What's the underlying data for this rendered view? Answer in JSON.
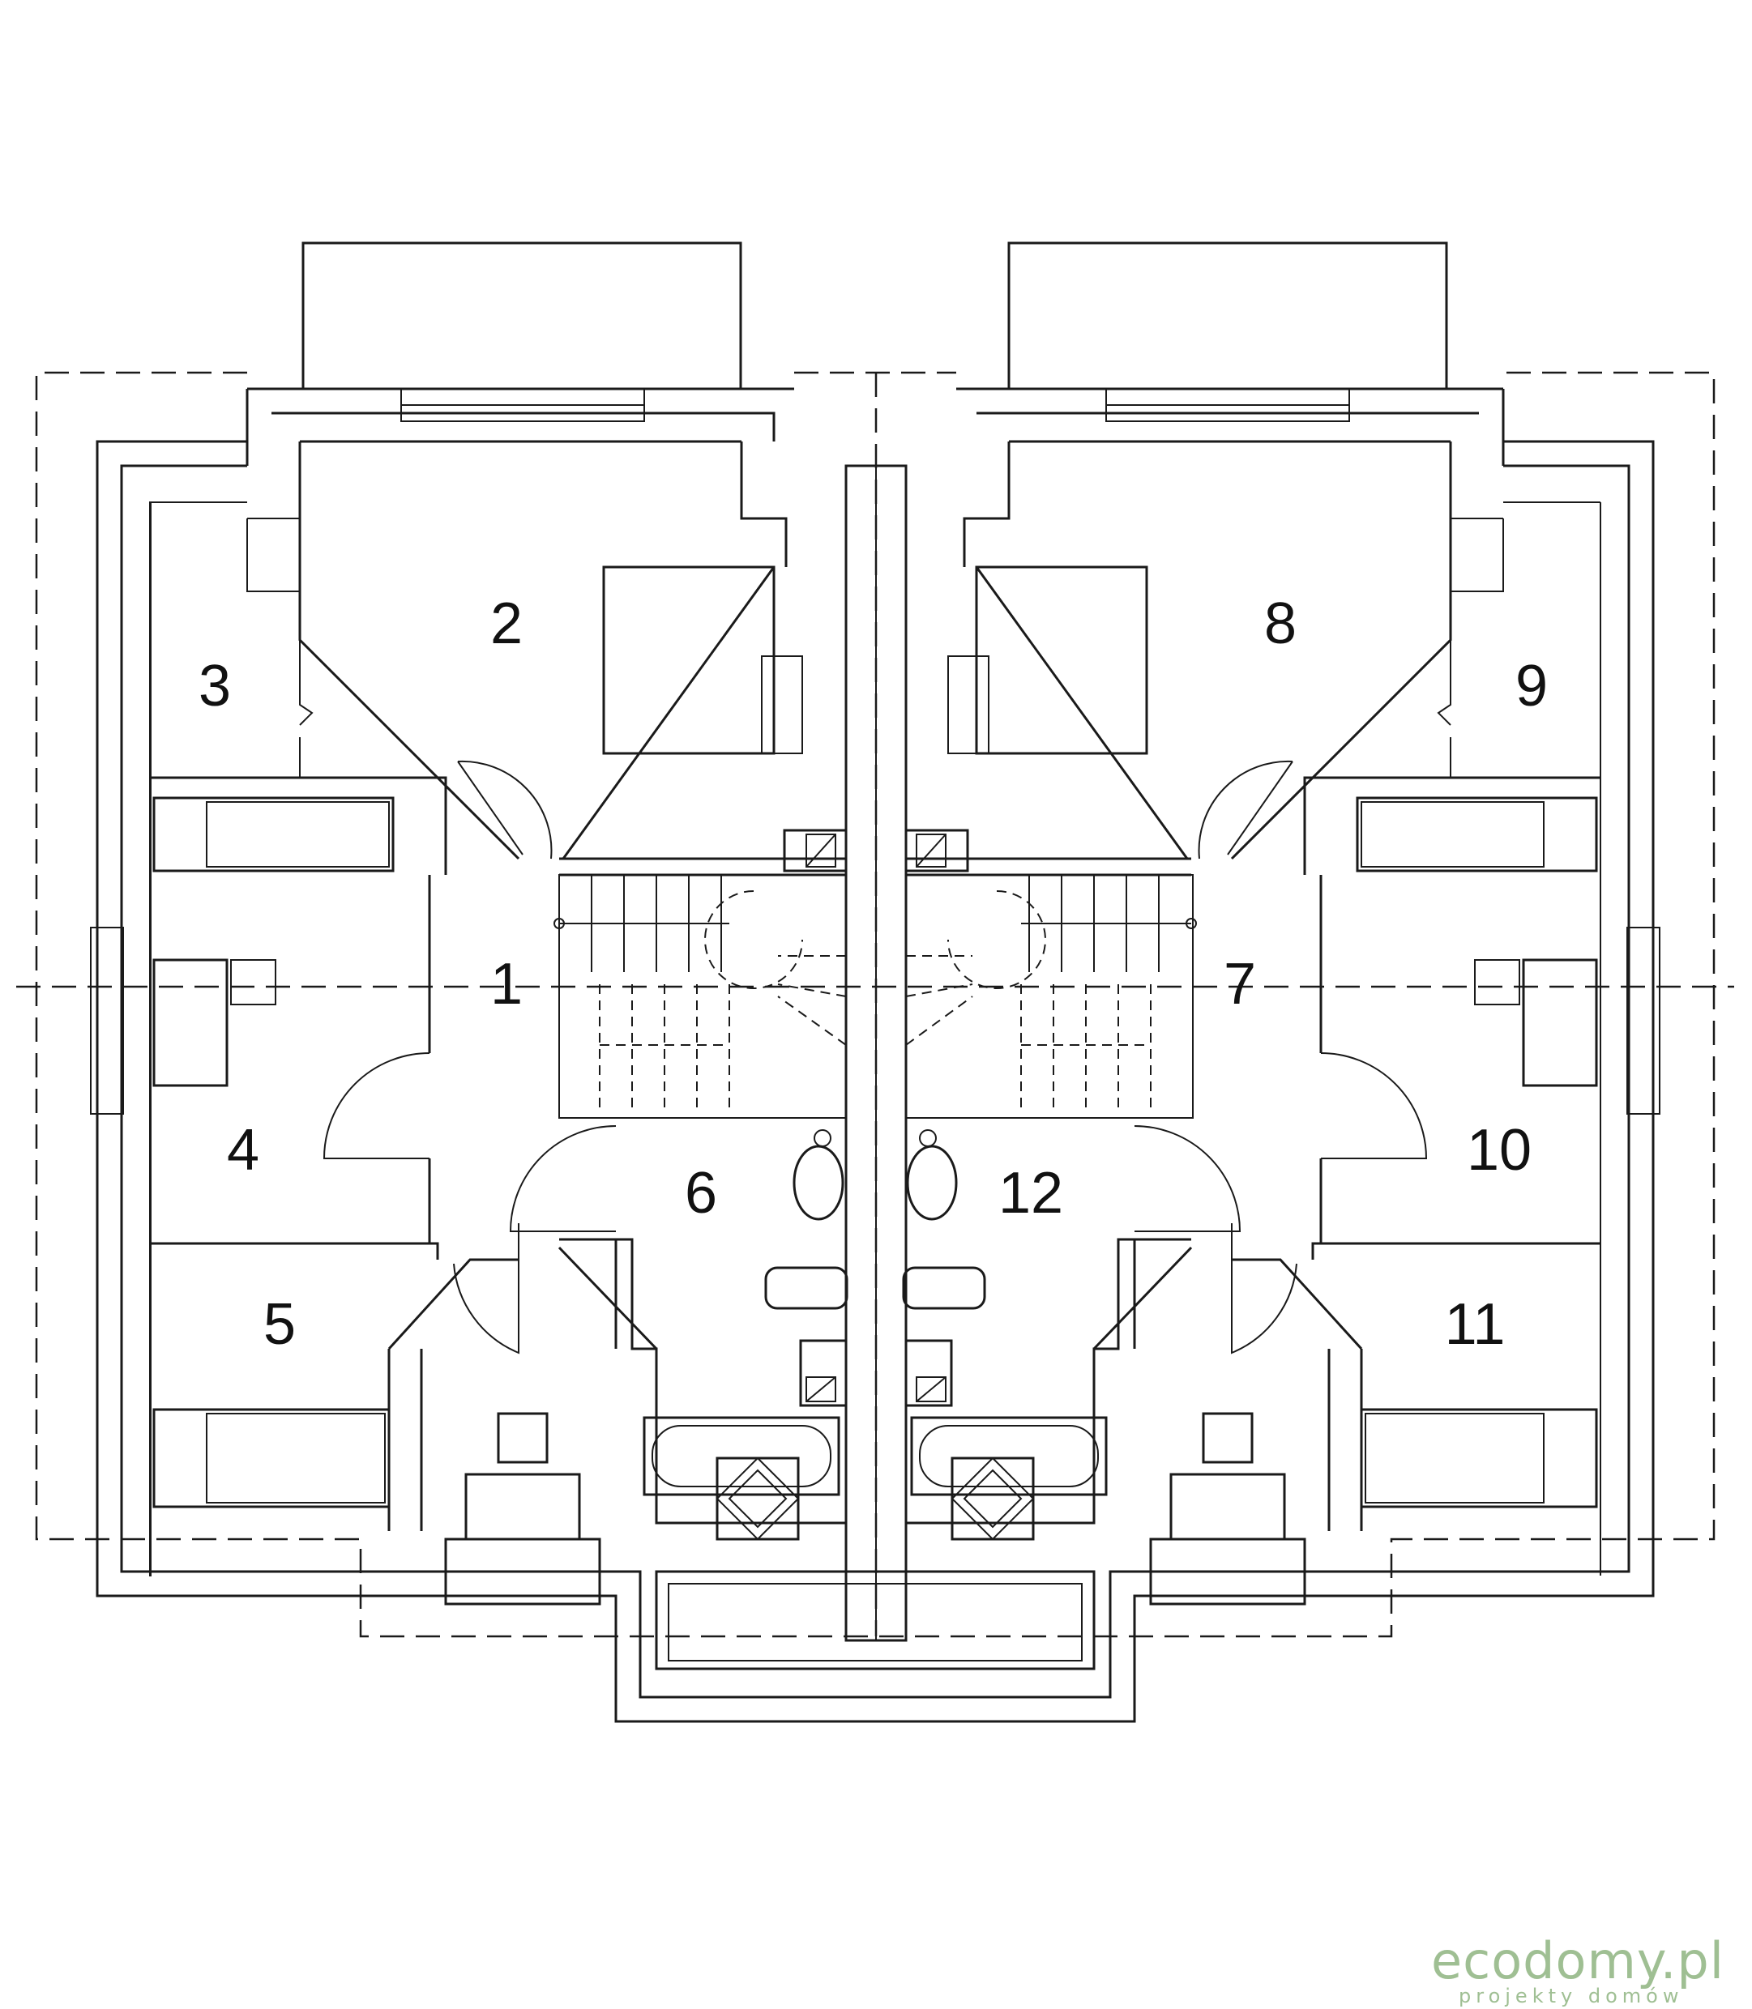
{
  "rooms": [
    {
      "id": "1",
      "label": "1"
    },
    {
      "id": "2",
      "label": "2"
    },
    {
      "id": "3",
      "label": "3"
    },
    {
      "id": "4",
      "label": "4"
    },
    {
      "id": "5",
      "label": "5"
    },
    {
      "id": "6",
      "label": "6"
    },
    {
      "id": "7",
      "label": "7"
    },
    {
      "id": "8",
      "label": "8"
    },
    {
      "id": "9",
      "label": "9"
    },
    {
      "id": "10",
      "label": "10"
    },
    {
      "id": "11",
      "label": "11"
    },
    {
      "id": "12",
      "label": "12"
    }
  ],
  "watermark": {
    "main": "ecodomy.pl",
    "sub": "projekty domów"
  },
  "colors": {
    "line": "#1a1a1a",
    "watermark": "#9fbf93"
  }
}
